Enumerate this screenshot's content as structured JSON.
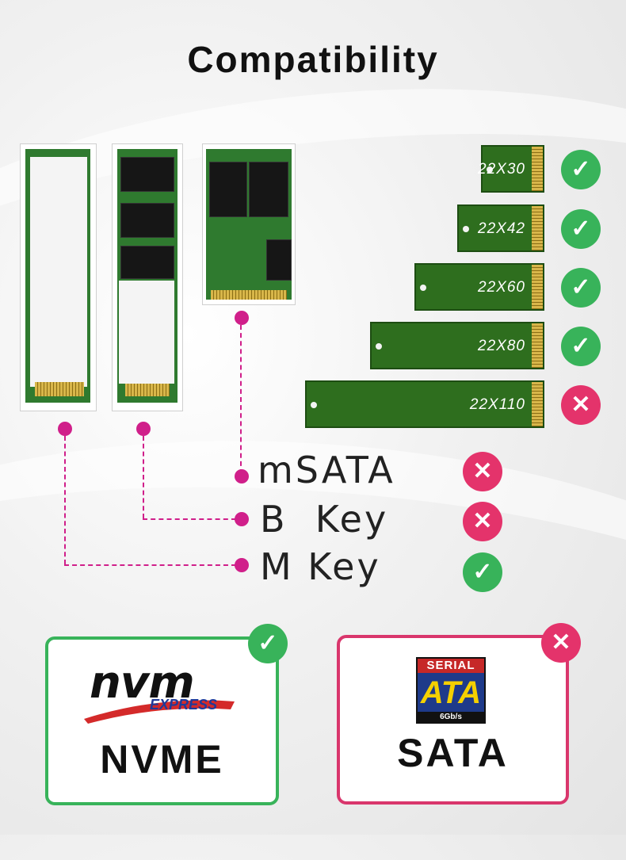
{
  "title": "Compatibility",
  "sizes": [
    {
      "label": "22X30",
      "status": "ok"
    },
    {
      "label": "22X42",
      "status": "ok"
    },
    {
      "label": "22X60",
      "status": "ok"
    },
    {
      "label": "22X80",
      "status": "ok"
    },
    {
      "label": "22X110",
      "status": "no"
    }
  ],
  "keys": [
    {
      "label": "mSATA",
      "status": "no"
    },
    {
      "label": "B  Key",
      "status": "no"
    },
    {
      "label": "M Key",
      "status": "ok"
    }
  ],
  "protocols": {
    "nvme": {
      "logo_main": "nvm",
      "logo_sub": "EXPRESS",
      "label": "NVME",
      "status": "ok"
    },
    "sata": {
      "logo_top": "SERIAL",
      "logo_main": "ATA",
      "logo_sub": "6Gb/s",
      "label": "SATA",
      "status": "no"
    }
  },
  "icons": {
    "ok": "checkmark-icon",
    "no": "cross-icon"
  },
  "colors": {
    "ok": "#38b35a",
    "no": "#e4336b",
    "connector": "#d01f8a",
    "pcb": "#2e6e1e"
  }
}
